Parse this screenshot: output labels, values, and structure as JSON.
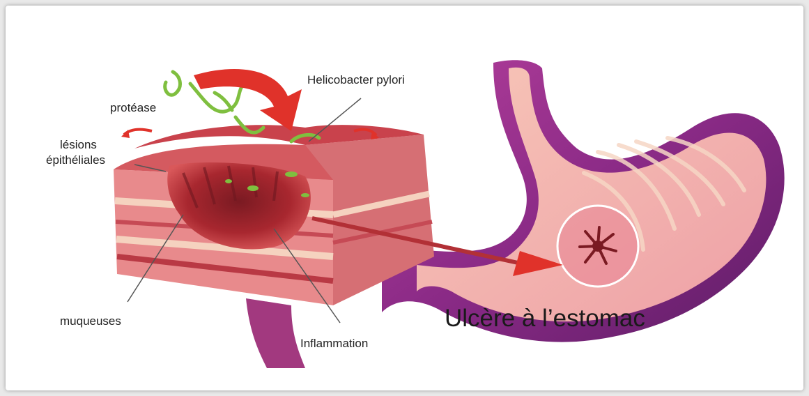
{
  "labels": {
    "helicobacter": "Helicobacter pylori",
    "protease": "protéase",
    "lesions_line1": "lésions",
    "lesions_line2": "épithéliales",
    "muqueuses": "muqueuses",
    "inflammation": "Inflammation"
  },
  "title": "Ulcère à l’estomac",
  "colors": {
    "arrow_red": "#e0322a",
    "stomach_purple": "#8a2a86",
    "stomach_inner": "#f3b3b0",
    "tissue_pink": "#e88a8c",
    "crater": "#a8272f",
    "bacteria_green": "#7fbf3f"
  }
}
